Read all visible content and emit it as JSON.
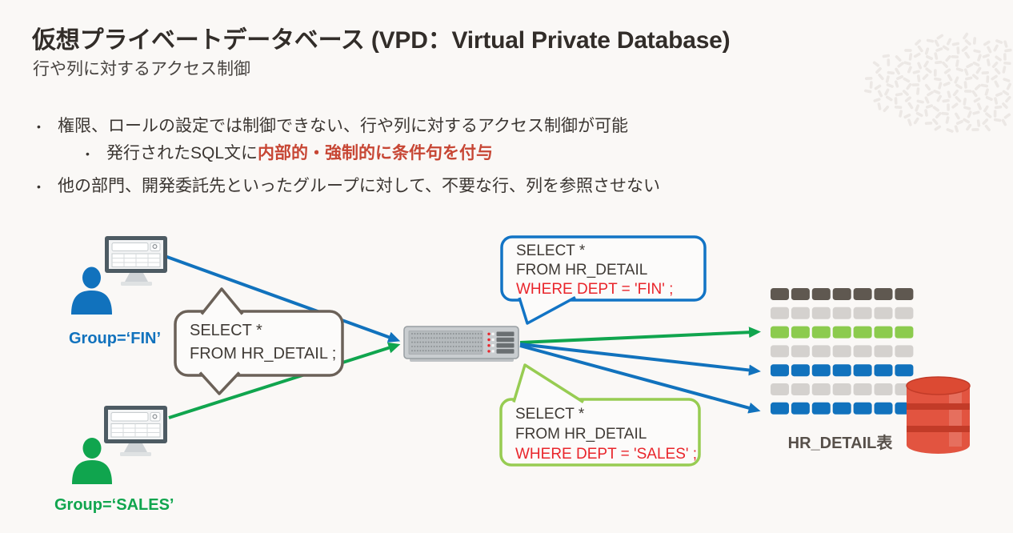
{
  "slide": {
    "title": "仮想プライベートデータベース (VPD：Virtual Private Database)",
    "subtitle": "行や列に対するアクセス制御",
    "bullets": {
      "b1": "権限、ロールの設定では制御できない、行や列に対するアクセス制御が可能",
      "b2_prefix": "発行されたSQL文に",
      "b2_highlight": "内部的・強制的に条件句を付与",
      "b3": "他の部門、開発委託先といったグループに対して、不要な行、列を参照させない"
    }
  },
  "diagram": {
    "group_fin_label": "Group=‘FIN’",
    "group_sales_label": "Group=‘SALES’",
    "query_bubble": {
      "line1": "SELECT *",
      "line2": "FROM HR_DETAIL ;"
    },
    "fin_bubble": {
      "line1": "SELECT *",
      "line2": "FROM HR_DETAIL",
      "line3": "WHERE DEPT = 'FIN' ;"
    },
    "sales_bubble": {
      "line1": "SELECT *",
      "line2": "FROM HR_DETAIL",
      "line3": "WHERE DEPT = 'SALES' ;"
    },
    "table_label": "HR_DETAIL表",
    "hr_table": {
      "columns": 7,
      "rows": [
        "header",
        "gray",
        "green",
        "gray",
        "blue",
        "gray",
        "blue"
      ],
      "row_colors": {
        "header": "#5F5850",
        "gray": "#D4D1CE",
        "green": "#8CCB4E",
        "blue": "#1172BD"
      }
    },
    "result_arrows": [
      {
        "color": "green",
        "target_row": 3
      },
      {
        "color": "blue",
        "target_row": 5
      },
      {
        "color": "blue",
        "target_row": 7
      }
    ],
    "colors": {
      "fin_blue": "#1172BD",
      "sales_green": "#10A54E",
      "bubble_blue_border": "#1274C5",
      "bubble_green_border": "#97CC52",
      "bubble_gray_border": "#6B6158",
      "sql_red": "#E9252B",
      "highlight_red": "#C74634",
      "database_red": "#E25440"
    }
  }
}
